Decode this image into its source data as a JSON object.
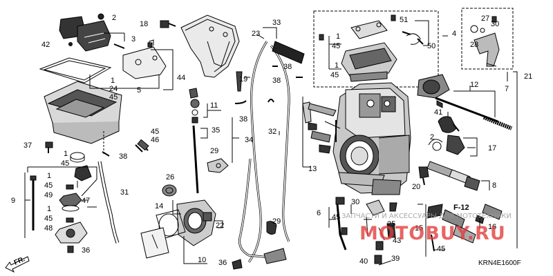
{
  "diagram": {
    "parts": {
      "p1a": "1",
      "p2": "2",
      "p3": "3",
      "p5": "5",
      "p24": "24",
      "p45a": "45",
      "p42": "42",
      "p44": "44",
      "p37": "37",
      "p1b": "1",
      "p45b": "45",
      "p38a": "38",
      "p9": "9",
      "p1c": "1",
      "p45c": "45",
      "p49": "49",
      "p47": "47",
      "p1d": "1",
      "p45d": "45",
      "p48": "48",
      "p36a": "36",
      "p31": "31",
      "p18": "18",
      "p11": "11",
      "p45e": "45",
      "p46": "46",
      "p35": "35",
      "p29a": "29",
      "p26": "26",
      "p14": "14",
      "p22": "22",
      "p10": "10",
      "p36b": "36",
      "p23": "23",
      "p33": "33",
      "p38b": "38",
      "p38c": "38",
      "p19": "19",
      "p38d": "38",
      "p32": "32",
      "p34": "34",
      "p29b": "29",
      "p51": "51",
      "p1e": "1",
      "p45f": "45",
      "p1f": "1",
      "p45g": "45",
      "p50": "50",
      "p4": "4",
      "p27": "27",
      "p30": "30",
      "p28": "28",
      "p7": "7",
      "p21": "21",
      "p12": "12",
      "p41": "41",
      "p2b": "2",
      "p17": "17",
      "p13": "13",
      "p20": "20",
      "p8": "8",
      "p6": "6",
      "p30b": "30",
      "p45h": "45",
      "p25": "25",
      "p43": "43",
      "p40": "40",
      "p39": "39",
      "p15": "15",
      "p45i": "45",
      "p16": "16"
    },
    "fig_ref": "F-12",
    "diagram_code": "KRN4E1600F",
    "direction": "FR.",
    "watermark_top": "ЗАПЧАСТИ И АКСЕССУАРЫ ДЛЯ МОТОТЕХНИКИ",
    "watermark_brand": "MOTOBUY.RU"
  }
}
